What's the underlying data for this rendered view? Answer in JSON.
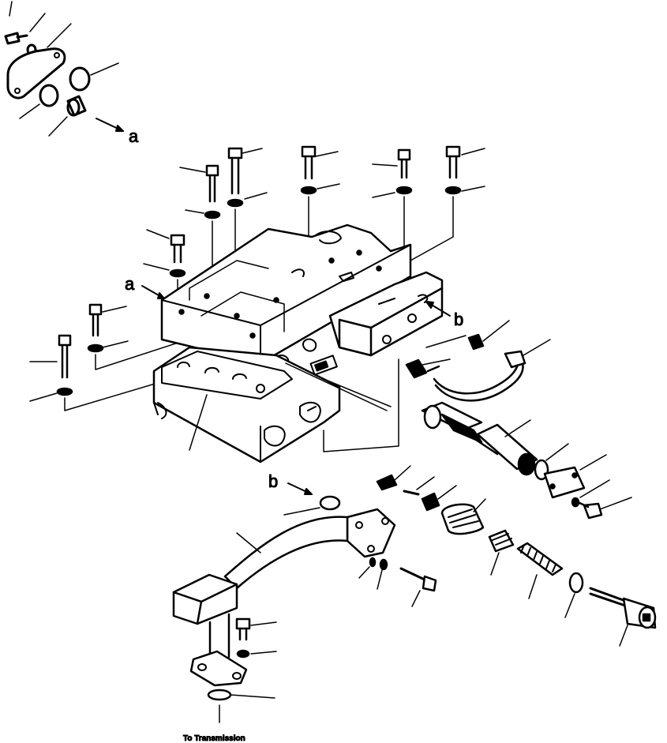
{
  "diagram": {
    "callouts": {
      "a_upper": "a",
      "a_mid": "a",
      "b_right": "b",
      "b_lower": "b"
    },
    "caption": "To Transmission"
  },
  "colors": {
    "ink": "#000000",
    "paper": "#ffffff"
  }
}
